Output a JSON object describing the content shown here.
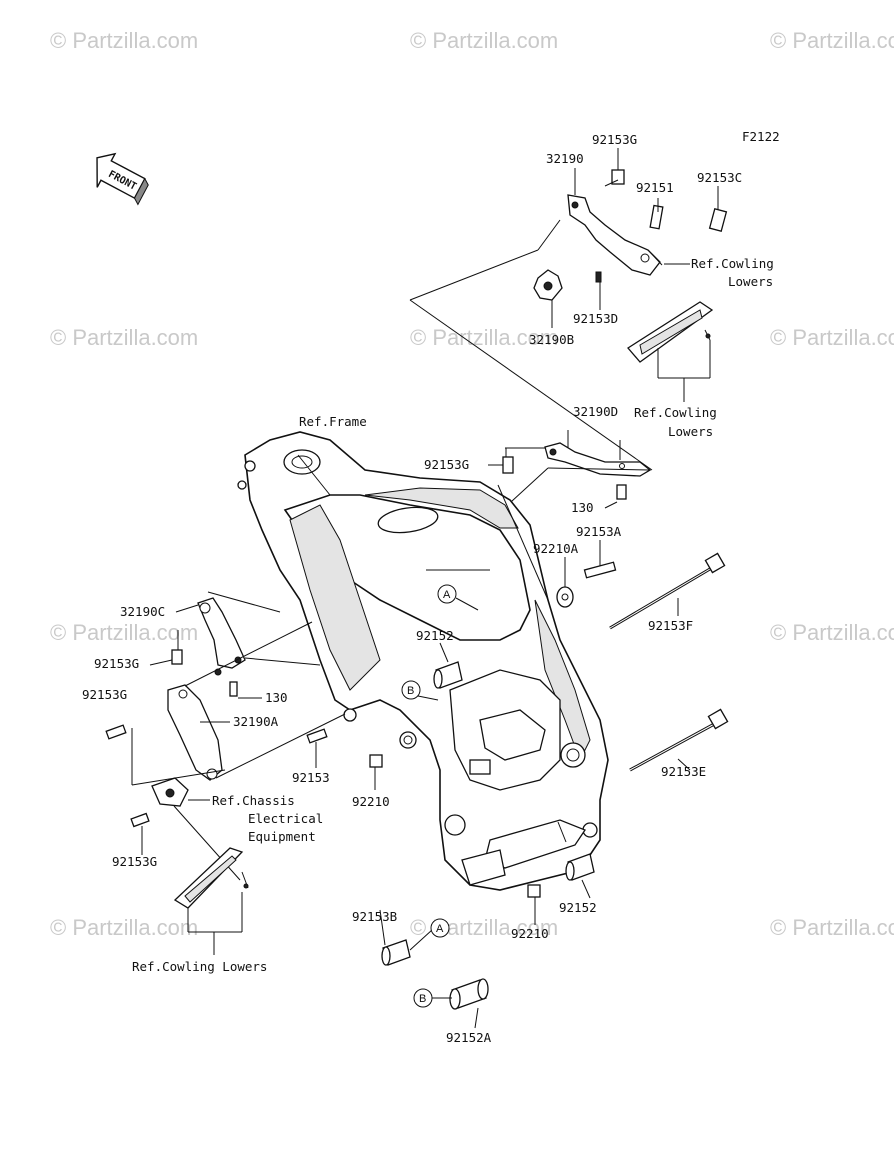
{
  "watermark": "© Partzilla.com",
  "figure_code": "F2122",
  "front_label": "FRONT",
  "callouts": {
    "circle_a": "A",
    "circle_b": "B"
  },
  "labels": {
    "p92153G_top": "92153G",
    "p32190": "32190",
    "p92151": "92151",
    "p92153C": "92153C",
    "ref_cowling_lowers_1": "Ref.Cowling",
    "ref_cowling_lowers_1b": "Lowers",
    "p92153D": "92153D",
    "p32190B": "32190B",
    "ref_cowling_lowers_2": "Ref.Cowling",
    "ref_cowling_lowers_2b": "Lowers",
    "ref_frame": "Ref.Frame",
    "p32190D": "32190D",
    "p92153G_mid": "92153G",
    "p130_top": "130",
    "p92153A": "92153A",
    "p92210A": "92210A",
    "p92153F": "92153F",
    "p92152_mid": "92152",
    "p32190C": "32190C",
    "p92153G_left1": "92153G",
    "p130_left": "130",
    "p92153G_left2": "92153G",
    "p32190A": "32190A",
    "p92153": "92153",
    "p92210_mid": "92210",
    "p92153E": "92153E",
    "ref_chassis_1": "Ref.Chassis",
    "ref_chassis_2": "Electrical",
    "ref_chassis_3": "Equipment",
    "p92153G_left3": "92153G",
    "p92152_bot": "92152",
    "p92210_bot": "92210",
    "p92153B": "92153B",
    "p92152A": "92152A",
    "ref_cowling_lowers_3": "Ref.Cowling Lowers"
  }
}
